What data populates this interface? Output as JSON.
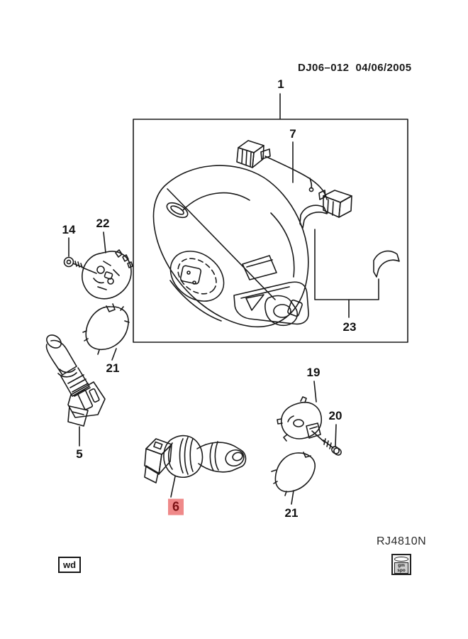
{
  "meta": {
    "background": "#ffffff",
    "line_color": "#1a1a1a"
  },
  "header": {
    "code": "DJ06–012",
    "date": "04/06/2005"
  },
  "callouts": {
    "part1": "1",
    "part5": "5",
    "part6": "6",
    "part7": "7",
    "part14": "14",
    "part19": "19",
    "part20": "20",
    "part21_left": "21",
    "part21_right": "21",
    "part22": "22",
    "part23": "23"
  },
  "highlight": {
    "part": "6",
    "bg": "#ef8989",
    "text_color": "#7c1113"
  },
  "footer": {
    "ref": "RJ4810N",
    "wd": "wd",
    "logo_top": "gm",
    "logo_bottom": "spo"
  }
}
